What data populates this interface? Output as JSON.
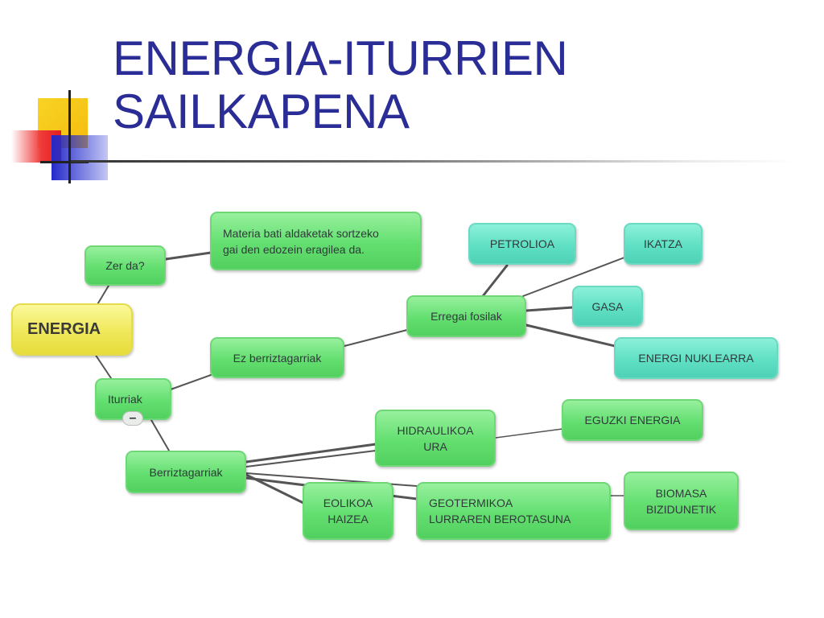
{
  "slide": {
    "title_line1": "ENERGIA-ITURRIEN",
    "title_line2": "SAILKAPENA"
  },
  "concept_map": {
    "nodes": {
      "energia": "ENERGIA",
      "zer_da": "Zer da?",
      "definition_line1": "Materia bati aldaketak sortzeko",
      "definition_line2": "gai den edozein eragilea da.",
      "iturriak": "Iturriak",
      "ez_berriztagarriak": "Ez berriztagarriak",
      "erregai_fosilak": "Erregai fosilak",
      "petrolioa": "PETROLIOA",
      "ikatza": "IKATZA",
      "gasa": "GASA",
      "energi_nuklearra": "ENERGI NUKLEARRA",
      "berriztagarriak": "Berriztagarriak",
      "hidraulikoa_line1": "HIDRAULIKOA",
      "hidraulikoa_line2": "URA",
      "eguzki_energia": "EGUZKI ENERGIA",
      "eolikoa_line1": "EOLIKOA",
      "eolikoa_line2": "HAIZEA",
      "geotermikoa_line1": "GEOTERMIKOA",
      "geotermikoa_line2": "LURRAREN BEROTASUNA",
      "biomasa_line1": "BIOMASA",
      "biomasa_line2": "BIZIDUNETIK"
    },
    "collapse_symbol": "–",
    "colors": {
      "root": "#efe85a",
      "branch": "#63df70",
      "fossil_leaf": "#5fe0c4",
      "link": "#555555",
      "title": "#2b2d96"
    }
  }
}
